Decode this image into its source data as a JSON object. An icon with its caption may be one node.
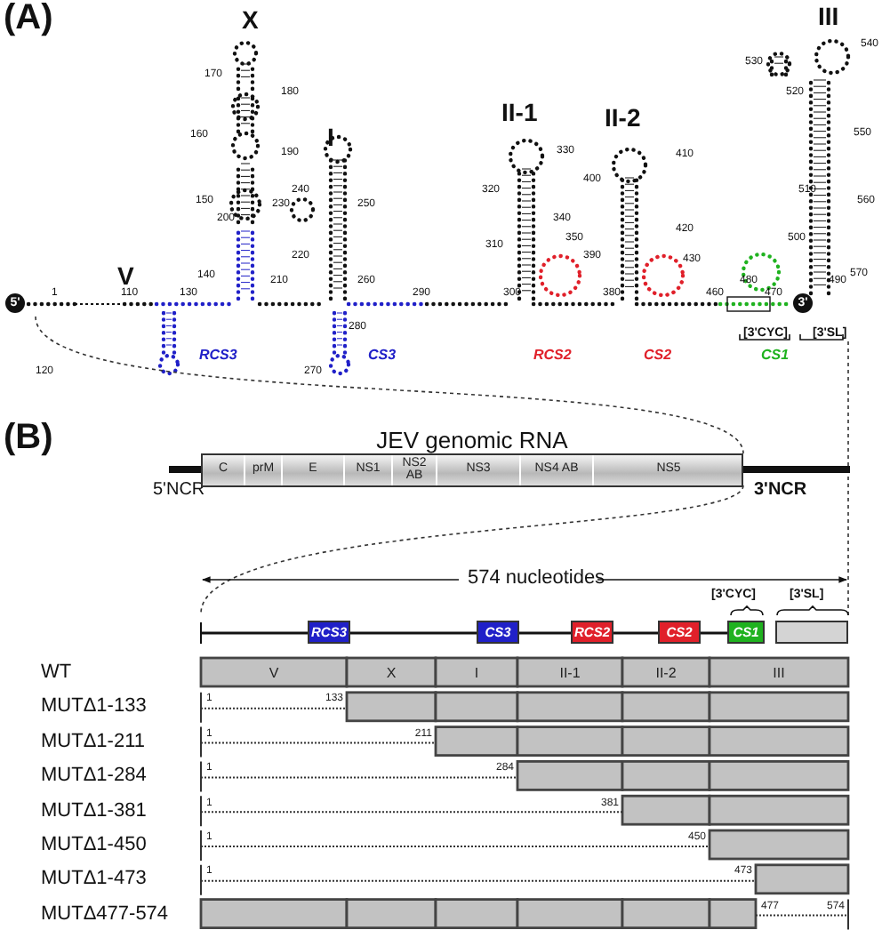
{
  "diagram": {
    "nodes": [
      {
        "text": [
          "JEV genomic RNA"
        ]
      },
      {
        "text": [
          "C"
        ],
        "in": 0
      },
      {
        "text": [
          "prM"
        ],
        "in": 0
      },
      {
        "text": [
          "E"
        ],
        "in": 0
      },
      {
        "text": [
          "NS1"
        ],
        "in": 0
      },
      {
        "text": [
          "NS2 AB"
        ],
        "in": 0
      },
      {
        "text": [
          "NS3"
        ],
        "in": 0
      },
      {
        "text": [
          "NS4 AB"
        ],
        "in": 0
      },
      {
        "text": [
          "NS5"
        ],
        "in": 0
      },
      {
        "text": [
          "RCS3"
        ]
      },
      {
        "text": [
          "CS3"
        ]
      },
      {
        "text": [
          "RCS2"
        ]
      },
      {
        "text": [
          "CS2"
        ]
      },
      {
        "text": [
          "CS1"
        ]
      },
      {
        "text": [],
        "shape": "box"
      }
    ],
    "edges": [],
    "labels": [
      "(A)",
      "X",
      "III",
      "540",
      "530",
      "170",
      "180",
      "520",
      "II-1",
      "II-2",
      "160",
      "I",
      "550",
      "190",
      "330",
      "410",
      "400",
      "240",
      "320",
      "510",
      "150",
      "230",
      "250",
      "560",
      "200",
      "340",
      "420",
      "350",
      "500",
      "310",
      "220",
      "390",
      "430",
      "V",
      "140",
      "210",
      "260",
      "480",
      "490",
      "570",
      "5'",
      "1",
      "110",
      "130",
      "290",
      "300",
      "380",
      "460",
      "470",
      "3'",
      "280",
      "[3'CYC]",
      "[3'SL]",
      "RCS3",
      "CS3",
      "RCS2",
      "CS2",
      "CS1",
      "120",
      "270",
      "(B)",
      "5'NCR",
      "3'NCR",
      "574 nucleotides",
      "[3'CYC]",
      "[3'SL]",
      "WT",
      "V",
      "X",
      "I",
      "II-1",
      "II-2",
      "III",
      "MUTΔ1-133",
      "1",
      "133",
      "MUTΔ1-211",
      "1",
      "211",
      "MUTΔ1-284",
      "1",
      "284",
      "MUTΔ1-381",
      "1",
      "381",
      "MUTΔ1-450",
      "1",
      "450",
      "MUTΔ1-473",
      "1",
      "473",
      "MUTΔ477-574",
      "477",
      "574"
    ]
  }
}
